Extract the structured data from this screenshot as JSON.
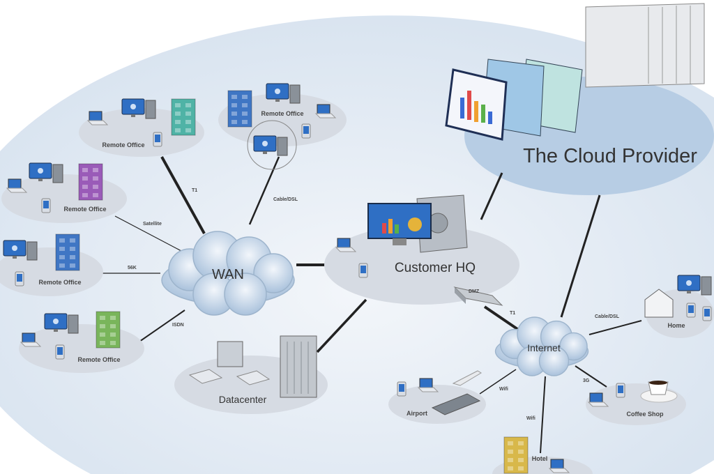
{
  "clouds": {
    "wan": "WAN",
    "internet": "Internet"
  },
  "cloud_provider": {
    "label": "The Cloud Provider"
  },
  "sites": {
    "hq": "Customer HQ",
    "datacenter": "Datacenter",
    "remote_office": "Remote Office",
    "home": "Home",
    "airport": "Airport",
    "coffee_shop": "Coffee Shop",
    "hotel": "Hotel",
    "dmz": "DMZ"
  },
  "links": {
    "t1_top": "T1",
    "cable_dsl_top": "Cable/DSL",
    "satellite": "Satellite",
    "k56": "56K",
    "isdn": "ISDN",
    "t1_internet": "T1",
    "cable_dsl_home": "Cable/DSL",
    "g3": "3G",
    "wifi_airport": "Wifi",
    "wifi_hotel": "Wifi"
  },
  "colors": {
    "background": "#e3ebf4",
    "cloud_provider": "#b7cde4",
    "site": "#d6dbe3",
    "monitor": "#2f6fc4"
  }
}
